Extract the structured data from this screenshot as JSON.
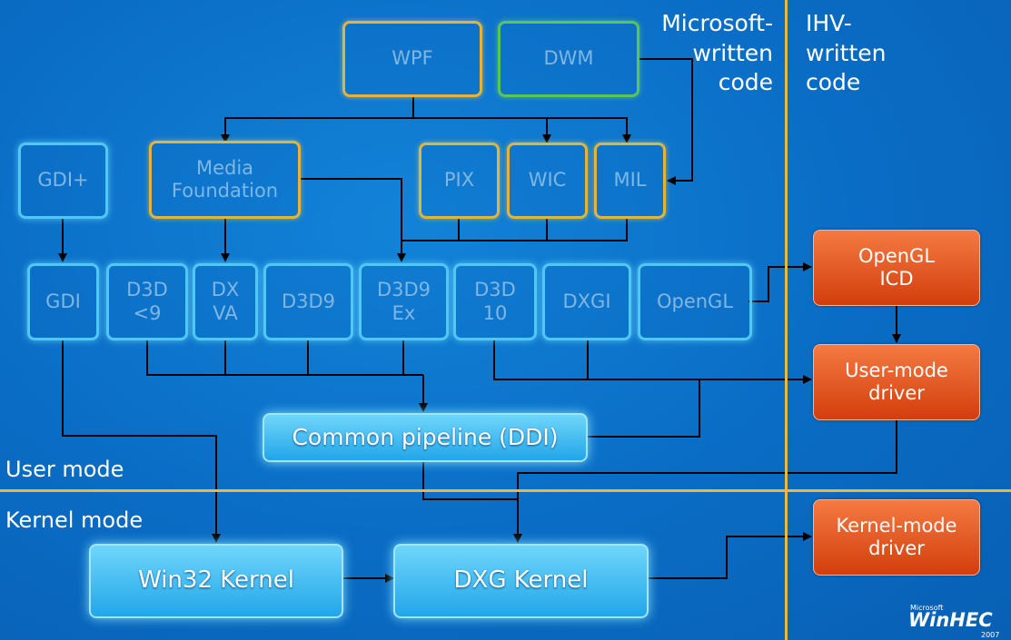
{
  "header": {
    "microsoft_label": "Microsoft-\nwritten\ncode",
    "ihv_label": "IHV-\nwritten\ncode"
  },
  "modes": {
    "user": "User mode",
    "kernel": "Kernel mode"
  },
  "components": {
    "wpf": "WPF",
    "dwm": "DWM",
    "gdiplus": "GDI+",
    "media_foundation": "Media\nFoundation",
    "pix": "PIX",
    "wic": "WIC",
    "mil": "MIL",
    "gdi": "GDI",
    "d3d_lt9": "D3D\n<9",
    "dxva": "DX\nVA",
    "d3d9": "D3D9",
    "d3d9ex": "D3D9\nEx",
    "d3d10": "D3D\n10",
    "dxgi": "DXGI",
    "opengl": "OpenGL",
    "common_pipeline": "Common pipeline (DDI)",
    "win32_kernel": "Win32 Kernel",
    "dxg_kernel": "DXG Kernel",
    "opengl_icd": "OpenGL\nICD",
    "user_mode_driver": "User-mode\ndriver",
    "kernel_mode_driver": "Kernel-mode\ndriver"
  },
  "logo": {
    "brand": "Microsoft",
    "name": "WinHEC",
    "year": "2007"
  },
  "colors": {
    "background": "#0a6cc4",
    "divider": "#e9b83c",
    "microsoft_box": "#e2b43a",
    "dwm_box": "#58c45a",
    "api_box": "#4fc8f4",
    "ihv_box": "#e55a22"
  }
}
